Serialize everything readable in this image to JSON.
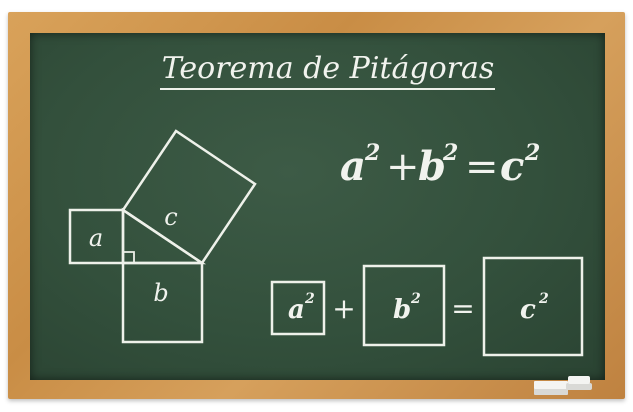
{
  "title": "Teorema de Pitágoras",
  "formula": {
    "a": "a",
    "b": "b",
    "c": "c",
    "exp": "2",
    "plus": "+",
    "equals": "="
  },
  "figure": {
    "label_a": "a",
    "label_b": "b",
    "label_c": "c"
  },
  "box_equation": {
    "a": "a",
    "b": "b",
    "c": "c",
    "exp": "2",
    "plus": "+",
    "equals": "="
  },
  "colors": {
    "board": "#33503c",
    "frame": "#c98d45",
    "chalk": "#eef1ea"
  }
}
